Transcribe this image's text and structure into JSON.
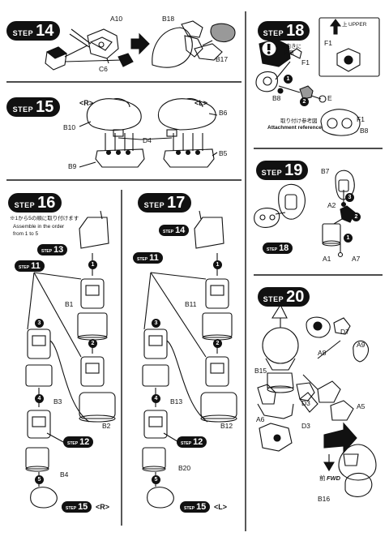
{
  "steps": {
    "s14": {
      "word": "STEP",
      "number": "14"
    },
    "s15": {
      "word": "STEP",
      "number": "15"
    },
    "s16": {
      "word": "STEP",
      "number": "16"
    },
    "s17": {
      "word": "STEP",
      "number": "17"
    },
    "s18": {
      "word": "STEP",
      "number": "18"
    },
    "s19": {
      "word": "STEP",
      "number": "19"
    },
    "s20": {
      "word": "STEP",
      "number": "20"
    }
  },
  "step14": {
    "labels": [
      "A10",
      "B18",
      "C6",
      "B17"
    ]
  },
  "step15": {
    "right_tag": "<R>",
    "left_tag": "<L>",
    "labels": [
      "B10",
      "B6",
      "D4",
      "B9",
      "B5"
    ]
  },
  "step16": {
    "note_jp": "※1から5の順に取り付けます",
    "note_en_1": "Assemble in the order",
    "note_en_2": "from 1 to 5",
    "refs": [
      "13",
      "11",
      "12",
      "15"
    ],
    "labels": [
      "B1",
      "B3",
      "B2",
      "B4"
    ],
    "side_tag": "<R>",
    "nums": [
      "1",
      "2",
      "3",
      "4",
      "5"
    ]
  },
  "step17": {
    "refs": [
      "14",
      "11",
      "12",
      "15"
    ],
    "labels": [
      "B11",
      "B13",
      "B12",
      "B20"
    ],
    "side_tag": "<L>"
  },
  "step18": {
    "upper_jp": "上",
    "upper_en": "UPPER",
    "caution_jp_1": "※向きに",
    "caution_jp_2": "注意",
    "labels": [
      "F1",
      "F1",
      "B8",
      "E",
      "B8"
    ],
    "ref_jp": "取り付け参考図",
    "ref_en": "Attachment reference"
  },
  "step19": {
    "labels": [
      "B7",
      "A2",
      "A1",
      "A7"
    ],
    "ref": "18"
  },
  "step20": {
    "labels": [
      "D7",
      "A8",
      "A9",
      "B15",
      "D3",
      "A5",
      "D3",
      "A6",
      "B16"
    ],
    "fwd_jp": "前",
    "fwd_en": "FWD"
  }
}
